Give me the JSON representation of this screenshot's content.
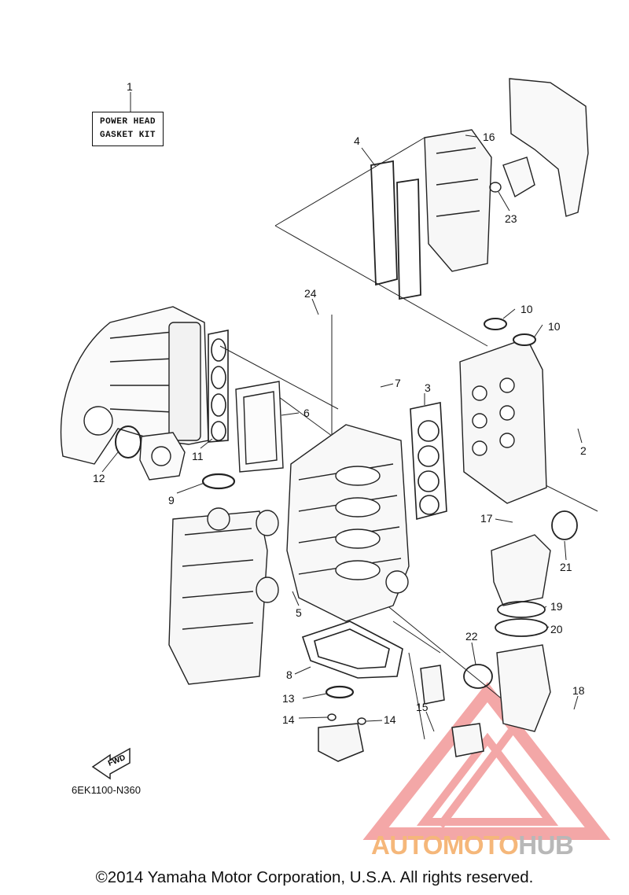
{
  "kit_label": {
    "line1": "POWER HEAD",
    "line2": "GASKET KIT"
  },
  "callouts": [
    "1",
    "2",
    "3",
    "4",
    "5",
    "6",
    "7",
    "8",
    "9",
    "10",
    "10",
    "11",
    "12",
    "13",
    "14",
    "14",
    "15",
    "16",
    "17",
    "18",
    "19",
    "20",
    "21",
    "22",
    "23",
    "24"
  ],
  "fwd_label": "FWD",
  "diagram_code": "6EK1100-N360",
  "copyright": "©2014 Yamaha Motor Corporation, U.S.A. All rights reserved.",
  "watermark": {
    "part1": "AUTOMOTO",
    "part2": "HUB",
    "color_primary": "#f08a8a",
    "color_text_a": "#f5b77a",
    "color_text_b": "#b8b8b8"
  }
}
